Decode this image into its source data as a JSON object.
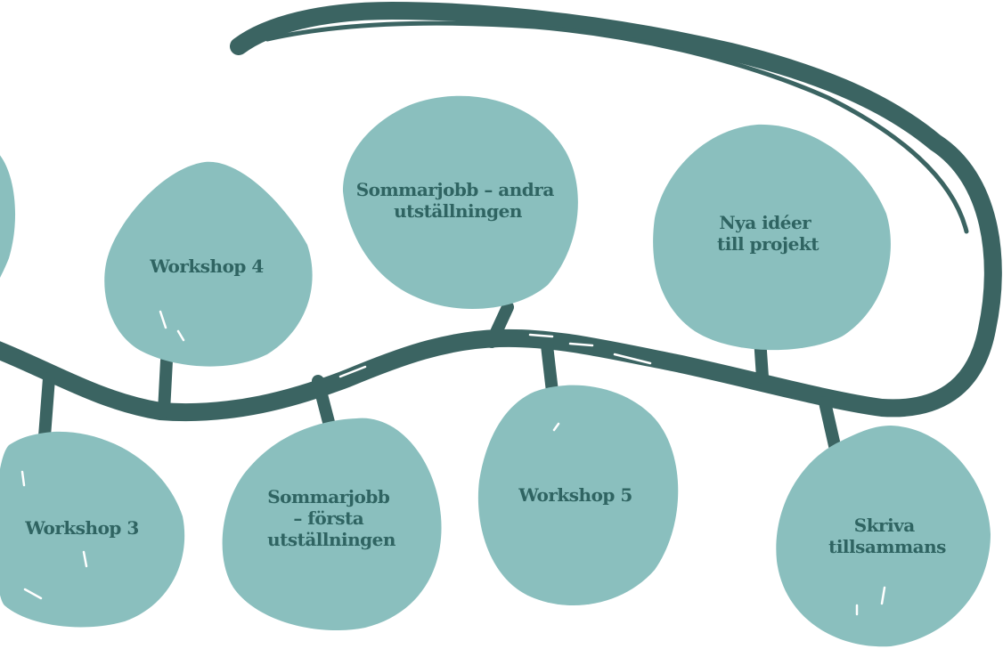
{
  "colors": {
    "branch": "#3b6462",
    "node_fill": "#8abfbe",
    "label": "#2f6462",
    "background": "#ffffff"
  },
  "nodes": {
    "workshop_4": {
      "lines": [
        "Workshop 4"
      ]
    },
    "sommarjobb_andra": {
      "lines": [
        "Sommarjobb – andra",
        "utställningen"
      ]
    },
    "nya_ideer": {
      "lines": [
        "Nya idéer",
        "till projekt"
      ]
    },
    "workshop_3": {
      "lines": [
        "Workshop 3"
      ]
    },
    "sommarjobb_forsta": {
      "lines": [
        "Sommarjobb",
        "– första",
        "utställningen"
      ]
    },
    "workshop_5": {
      "lines": [
        "Workshop 5"
      ]
    },
    "skriva_tillsammans": {
      "lines": [
        "Skriva",
        "tillsammans"
      ]
    }
  }
}
